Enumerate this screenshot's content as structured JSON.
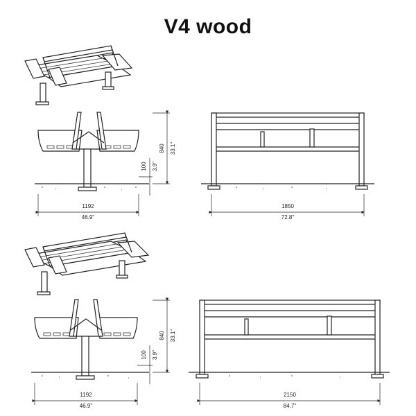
{
  "title": "V4 wood",
  "variants": [
    {
      "side_width_mm": "1192",
      "side_width_in": "46.9\"",
      "height_mm": "840",
      "height_in": "33.1\"",
      "clearance_mm": "100",
      "clearance_in": "3.9\"",
      "length_mm": "1850",
      "length_in": "72.8\""
    },
    {
      "side_width_mm": "1192",
      "side_width_in": "46.9\"",
      "height_mm": "840",
      "height_in": "33.1\"",
      "clearance_mm": "100",
      "clearance_in": "3.9\"",
      "length_mm": "2150",
      "length_in": "84.7\""
    }
  ]
}
